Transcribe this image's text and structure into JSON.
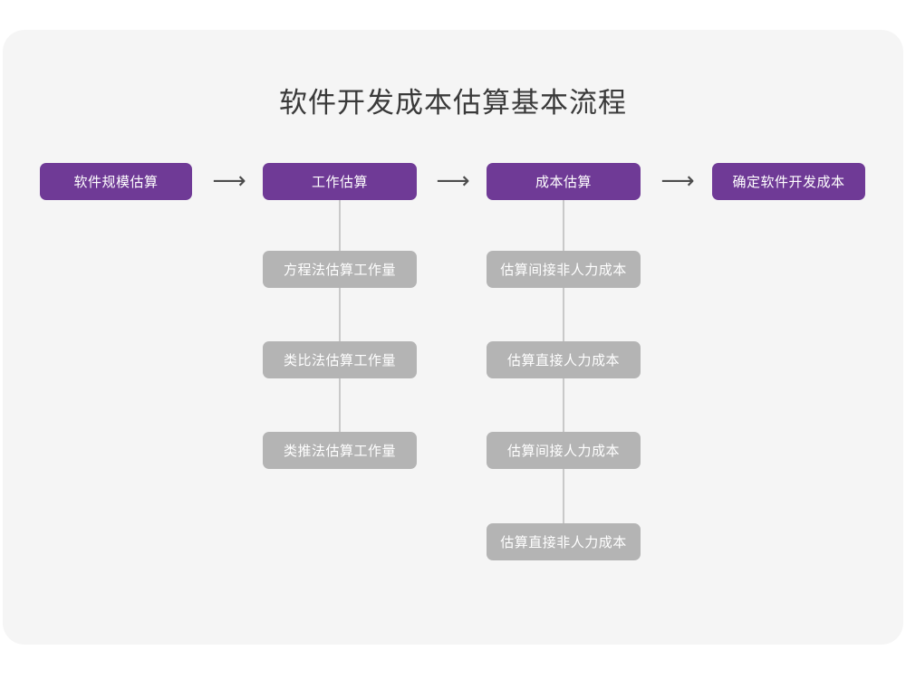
{
  "page": {
    "title": "软件开发成本估算基本流程",
    "background_color": "#ffffff",
    "card_color": "#f5f5f5"
  },
  "theme": {
    "primary_color": "#6f3a96",
    "secondary_color": "#b4b4b4",
    "connector_color": "#c9c9c9",
    "title_color": "#3a3a3a",
    "node_text_color": "#ffffff"
  },
  "flow": {
    "main_stages": [
      {
        "id": "scale",
        "label": "软件规模估算"
      },
      {
        "id": "effort",
        "label": "工作估算"
      },
      {
        "id": "cost",
        "label": "成本估算"
      },
      {
        "id": "final",
        "label": "确定软件开发成本"
      }
    ],
    "arrows": [
      {
        "id": "arrow-1",
        "glyph": "⟶",
        "name": "arrow-right-icon"
      },
      {
        "id": "arrow-2",
        "glyph": "⟶",
        "name": "arrow-right-icon"
      },
      {
        "id": "arrow-3",
        "glyph": "⟶",
        "name": "arrow-right-icon"
      }
    ],
    "effort_methods": [
      {
        "id": "eq",
        "label": "方程法估算工作量"
      },
      {
        "id": "analogy",
        "label": "类比法估算工作量"
      },
      {
        "id": "infer",
        "label": "类推法估算工作量"
      }
    ],
    "cost_items": [
      {
        "id": "indirect-nonlabor",
        "label": "估算间接非人力成本"
      },
      {
        "id": "direct-labor",
        "label": "估算直接人力成本"
      },
      {
        "id": "indirect-labor",
        "label": "估算间接人力成本"
      },
      {
        "id": "direct-nonlabor",
        "label": "估算直接非人力成本"
      }
    ]
  }
}
